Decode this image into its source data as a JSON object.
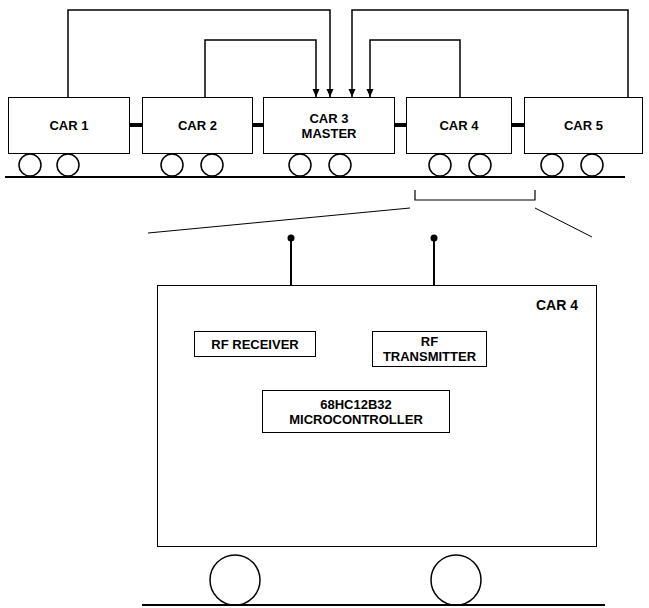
{
  "diagram": {
    "nodes": [
      {
        "text": [
          "CAR 1"
        ]
      },
      {
        "text": [
          "CAR 2"
        ]
      },
      {
        "text": [
          "CAR 3 MASTER"
        ]
      },
      {
        "text": [
          "CAR 4"
        ]
      },
      {
        "text": [
          "CAR 5"
        ]
      },
      {
        "text": [
          "CAR 4"
        ]
      },
      {
        "text": [
          "RF RECEIVER"
        ],
        "in": 5
      },
      {
        "text": [
          "RF TRANSMITTER"
        ],
        "in": 5
      },
      {
        "text": [
          "68HC12B32 MICROCONTROLLER"
        ],
        "in": 5
      }
    ],
    "edges": [
      {
        "from": 0,
        "to": 2,
        "arrow": "to"
      },
      {
        "from": 1,
        "to": 2,
        "arrow": "to"
      },
      {
        "from": 3,
        "to": 2,
        "arrow": "to"
      },
      {
        "from": 4,
        "to": 2,
        "arrow": "to"
      },
      {
        "from": 0,
        "to": 1,
        "arrow": "none"
      },
      {
        "from": 1,
        "to": 2,
        "arrow": "none"
      },
      {
        "from": 2,
        "to": 3,
        "arrow": "none"
      },
      {
        "from": 3,
        "to": 4,
        "arrow": "none"
      },
      {
        "from": 6,
        "to": 8,
        "arrow": "to"
      },
      {
        "from": 8,
        "to": 7,
        "arrow": "to"
      }
    ]
  }
}
